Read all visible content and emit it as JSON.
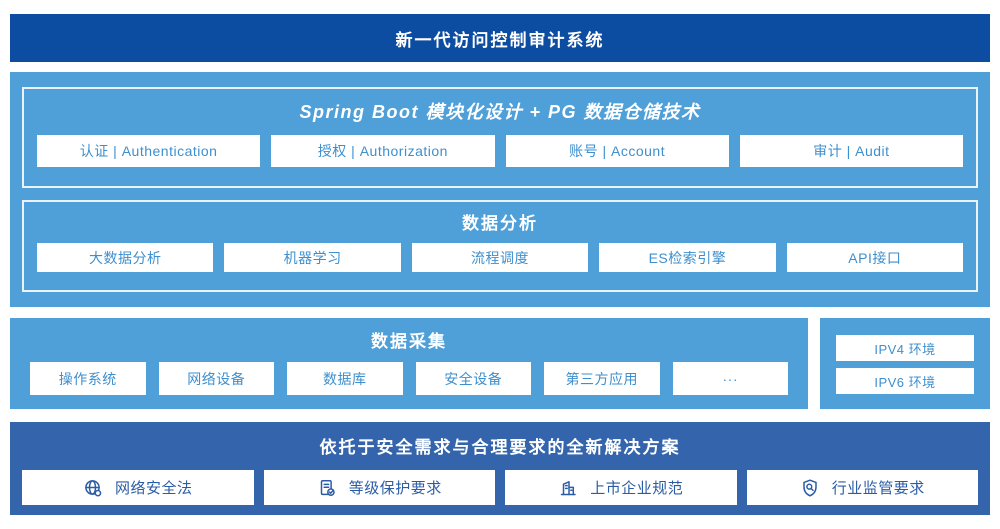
{
  "colors": {
    "banner_blue": "#0C4DA2",
    "panel_blue": "#4F9FD8",
    "solution_blue": "#3464AB",
    "box_text_blue": "#3E8FCE",
    "solution_text_blue": "#2B5CA6",
    "white": "#FFFFFF"
  },
  "header": {
    "title": "新一代访问控制审计系统"
  },
  "platform": {
    "springboot": {
      "title": "Spring Boot 模块化设计 + PG 数据仓储技术",
      "items": [
        "认证 | Authentication",
        "授权 | Authorization",
        "账号 | Account",
        "审计 | Audit"
      ]
    },
    "analysis": {
      "title": "数据分析",
      "items": [
        "大数据分析",
        "机器学习",
        "流程调度",
        "ES检索引擎",
        "API接口"
      ]
    }
  },
  "collection": {
    "title": "数据采集",
    "items": [
      "操作系统",
      "网络设备",
      "数据库",
      "安全设备",
      "第三方应用",
      "···"
    ]
  },
  "network": {
    "items": [
      "IPV4 环境",
      "IPV6 环境"
    ]
  },
  "solution": {
    "title": "依托于安全需求与合理要求的全新解决方案",
    "items": [
      {
        "icon": "globe-icon",
        "label": "网络安全法"
      },
      {
        "icon": "document-check-icon",
        "label": "等级保护要求"
      },
      {
        "icon": "building-icon",
        "label": "上市企业规范"
      },
      {
        "icon": "shield-search-icon",
        "label": "行业监管要求"
      }
    ]
  }
}
